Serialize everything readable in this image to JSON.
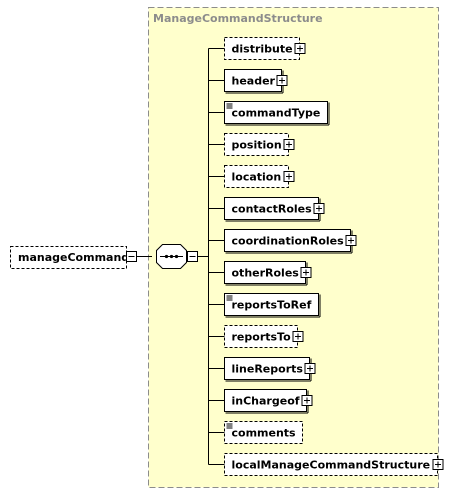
{
  "group": {
    "title": "ManageCommandStructure"
  },
  "root": {
    "label": "manageCommand",
    "optional": true,
    "expand": "minus"
  },
  "sequence": {
    "expand": "minus"
  },
  "elements": [
    {
      "label": "distribute",
      "optional": true,
      "expand": "plus",
      "text_marker": false
    },
    {
      "label": "header",
      "optional": false,
      "expand": "plus",
      "text_marker": false
    },
    {
      "label": "commandType",
      "optional": false,
      "expand": "none",
      "text_marker": true
    },
    {
      "label": "position",
      "optional": true,
      "expand": "plus",
      "text_marker": false
    },
    {
      "label": "location",
      "optional": true,
      "expand": "plus",
      "text_marker": false
    },
    {
      "label": "contactRoles",
      "optional": false,
      "expand": "plus",
      "text_marker": false
    },
    {
      "label": "coordinationRoles",
      "optional": false,
      "expand": "plus",
      "text_marker": false
    },
    {
      "label": "otherRoles",
      "optional": false,
      "expand": "plus",
      "text_marker": false
    },
    {
      "label": "reportsToRef",
      "optional": false,
      "expand": "none",
      "text_marker": true
    },
    {
      "label": "reportsTo",
      "optional": true,
      "expand": "plus",
      "text_marker": false
    },
    {
      "label": "lineReports",
      "optional": false,
      "expand": "plus",
      "text_marker": false
    },
    {
      "label": "inChargeof",
      "optional": false,
      "expand": "plus",
      "text_marker": false
    },
    {
      "label": "comments",
      "optional": true,
      "expand": "none",
      "text_marker": true
    },
    {
      "label": "localManageCommandStructure",
      "optional": true,
      "expand": "plus",
      "text_marker": false
    }
  ],
  "colors": {
    "group_fill": "#ffffcc",
    "group_border": "#8c8c8c",
    "box_fill": "#ffffff",
    "line": "#000000"
  }
}
